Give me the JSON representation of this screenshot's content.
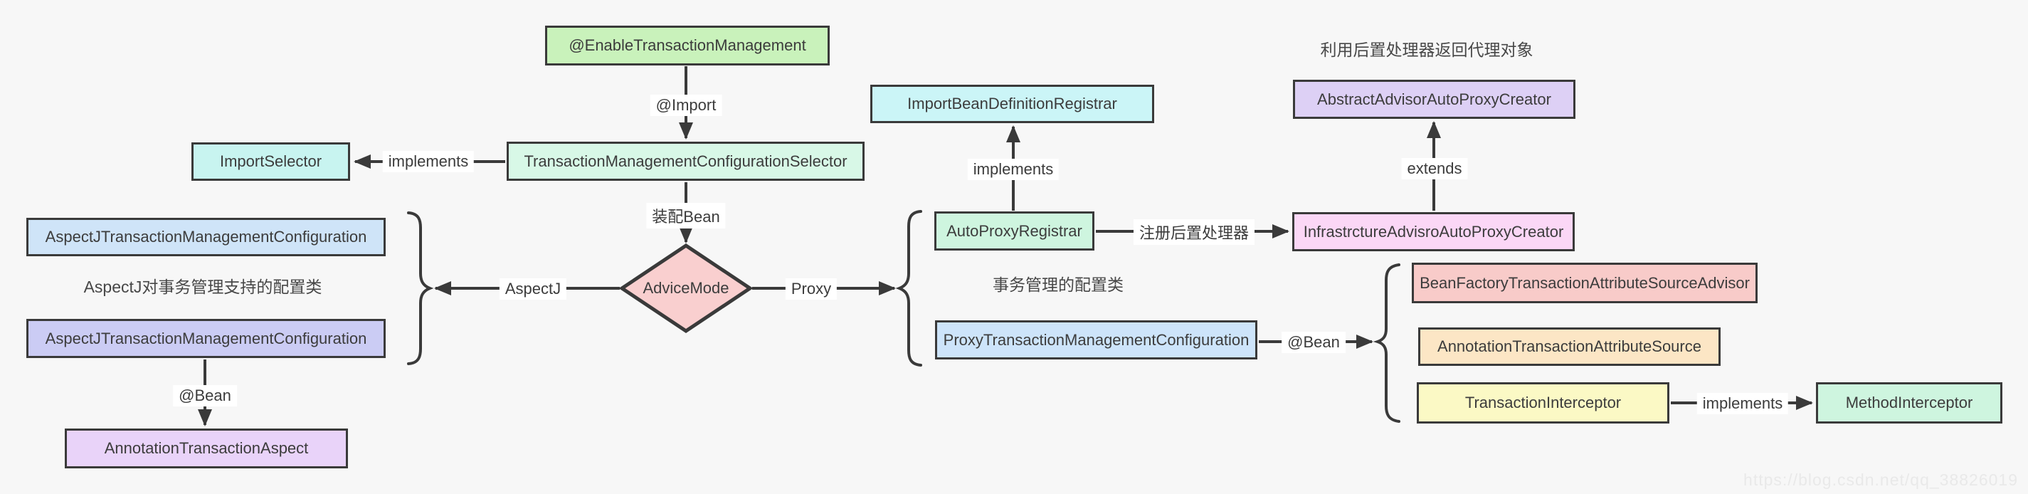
{
  "diagram": {
    "colors": {
      "background": "#f7f7f7",
      "border": "#3a3a3a",
      "line": "#3a3a3a",
      "text": "#3c3c3c",
      "label_background": "#ffffff",
      "watermark_text": "#e9e9e9"
    },
    "nodes": {
      "enable_tx": {
        "label": "@EnableTransactionManagement",
        "fill": "#c9f2bb"
      },
      "selector": {
        "label": "TransactionManagementConfigurationSelector",
        "fill": "#d8f8e7"
      },
      "import_selector": {
        "label": "ImportSelector",
        "fill": "#c8f4f0"
      },
      "aspectj_config_1": {
        "label": "AspectJTransactionManagementConfiguration",
        "fill": "#cfe4f8"
      },
      "aspectj_config_2": {
        "label": "AspectJTransactionManagementConfiguration",
        "fill": "#cbccf4"
      },
      "annotation_aspect": {
        "label": "AnnotationTransactionAspect",
        "fill": "#e9d3f9"
      },
      "advice_mode": {
        "label": "AdviceMode",
        "fill": "#f9cfcf"
      },
      "import_bean_def_registrar": {
        "label": "ImportBeanDefinitionRegistrar",
        "fill": "#cbf5f7"
      },
      "auto_proxy_registrar": {
        "label": "AutoProxyRegistrar",
        "fill": "#cef5df"
      },
      "infrastructure_advisor_creator": {
        "label": "InfrastrctureAdvisroAutoProxyCreator",
        "fill": "#fbd7f6"
      },
      "abstract_advisor_creator": {
        "label": "AbstractAdvisorAutoProxyCreator",
        "fill": "#ddd0f5"
      },
      "proxy_tx_config": {
        "label": "ProxyTransactionManagementConfiguration",
        "fill": "#cde4fa"
      },
      "bean_factory_advisor": {
        "label": "BeanFactoryTransactionAttributeSourceAdvisor",
        "fill": "#f8cbc9"
      },
      "annotation_attr_source": {
        "label": "AnnotationTransactionAttributeSource",
        "fill": "#fce6c5"
      },
      "tx_interceptor": {
        "label": "TransactionInterceptor",
        "fill": "#fbf9c5"
      },
      "method_interceptor": {
        "label": "MethodInterceptor",
        "fill": "#cef5df"
      }
    },
    "edge_labels": {
      "import_anno": "@Import",
      "implements_selector": "implements",
      "assemble_bean": "装配Bean",
      "aspectj": "AspectJ",
      "proxy": "Proxy",
      "bean_anno_left": "@Bean",
      "implements_registrar": "implements",
      "register_post_processor": "注册后置处理器",
      "extends_creator": "extends",
      "bean_anno_right": "@Bean",
      "implements_interceptor": "implements"
    },
    "captions": {
      "aspectj_group_note": "AspectJ对事务管理支持的配置类",
      "tx_group_note": "事务管理的配置类",
      "proxy_creator_note": "利用后置处理器返回代理对象"
    },
    "watermark": "https://blog.csdn.net/qq_38826019"
  }
}
